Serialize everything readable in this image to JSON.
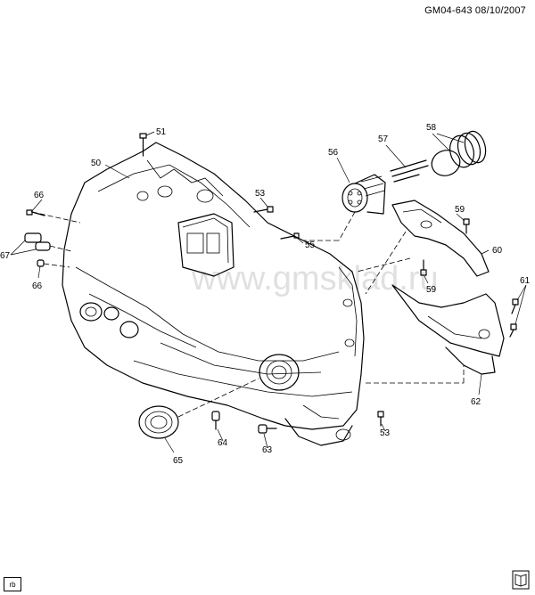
{
  "header": {
    "ref_code": "GM04-643 08/10/2007"
  },
  "watermark": "www.gmsklad.ru",
  "footer": {
    "corner_tag": "rb",
    "book_icon": "manual-book-icon"
  },
  "callouts": [
    {
      "id": "c50",
      "label": "50"
    },
    {
      "id": "c51",
      "label": "51"
    },
    {
      "id": "c53a",
      "label": "53"
    },
    {
      "id": "c53b",
      "label": "53"
    },
    {
      "id": "c55",
      "label": "55"
    },
    {
      "id": "c56",
      "label": "56"
    },
    {
      "id": "c57",
      "label": "57"
    },
    {
      "id": "c58",
      "label": "58"
    },
    {
      "id": "c59a",
      "label": "59"
    },
    {
      "id": "c59b",
      "label": "59"
    },
    {
      "id": "c60",
      "label": "60"
    },
    {
      "id": "c61",
      "label": "61"
    },
    {
      "id": "c62",
      "label": "62"
    },
    {
      "id": "c63",
      "label": "63"
    },
    {
      "id": "c64",
      "label": "64"
    },
    {
      "id": "c65",
      "label": "65"
    },
    {
      "id": "c66a",
      "label": "66"
    },
    {
      "id": "c66b",
      "label": "66"
    },
    {
      "id": "c67",
      "label": "67"
    }
  ]
}
